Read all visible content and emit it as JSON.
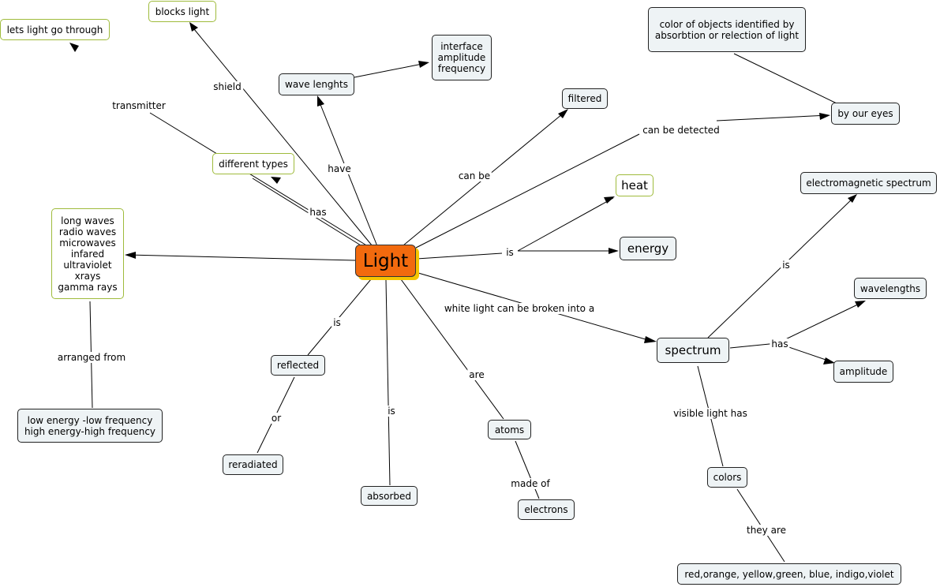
{
  "concepts": {
    "light": "Light",
    "lets_light": "lets light go through",
    "blocks_light": "blocks light",
    "wave_lenghts": "wave lenghts",
    "interface": "interface\namplitude\nfrequency",
    "color_objects": "color of objects identified by\nabsorbtion or relection of light",
    "by_our_eyes": "by our eyes",
    "filtered": "filtered",
    "different_types": "different types",
    "heat": "heat",
    "energy": "energy",
    "long_waves": "long waves\nradio waves\nmicrowaves\ninfared\nultraviolet\nxrays\ngamma rays",
    "electromagnetic": "electromagnetic spectrum",
    "wavelengths": "wavelengths",
    "spectrum": "spectrum",
    "amplitude": "amplitude",
    "low_energy": "low energy -low frequency\nhigh energy-high frequency",
    "reflected": "reflected",
    "reradiated": "reradiated",
    "absorbed": "absorbed",
    "atoms": "atoms",
    "electrons": "electrons",
    "colors": "colors",
    "rainbow": "red,orange, yellow,green, blue, indigo,violet"
  },
  "links": {
    "transmitter": "transmitter",
    "shield": "shield",
    "have": "have",
    "can_be": "can be",
    "can_be_detected": "can be detected",
    "has": "has",
    "is_energy": "is",
    "arranged_from": "arranged from",
    "white_light": "white light can be broken into a",
    "is_em": "is",
    "has_spectrum": "has",
    "is_reflected": "is",
    "or": "or",
    "is_absorbed": "is",
    "are": "are",
    "made_of": "made of",
    "visible_light_has": "visible light has",
    "they_are": "they are"
  },
  "colors": {
    "center_fill": "#f26a0e",
    "center_shadow": "#f5c400",
    "node_fill": "#eef3f5",
    "green_border": "#9fbb3c"
  }
}
